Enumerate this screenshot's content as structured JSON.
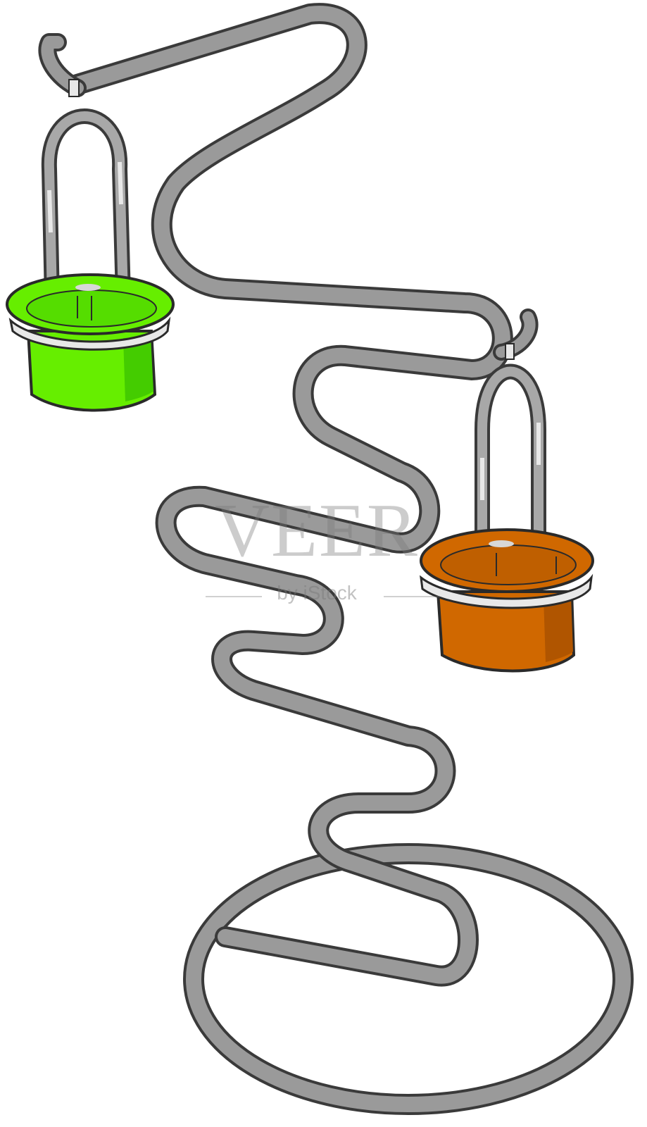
{
  "watermark": {
    "brand": "VEER",
    "sub": "by iStock"
  },
  "colors": {
    "rod": "#9a9a9a",
    "rod_outline": "#3a3a3a",
    "bucket_left": "#66ee00",
    "bucket_left_shade": "#44cc00",
    "bucket_right": "#d06800",
    "bucket_right_shade": "#b05500",
    "handle": "#a8a8a8",
    "rim_band": "#e8e8e8",
    "background": "#ffffff"
  },
  "objects": {
    "stand": "wire-stand",
    "left_bucket": "green-cup",
    "right_bucket": "orange-cup"
  }
}
